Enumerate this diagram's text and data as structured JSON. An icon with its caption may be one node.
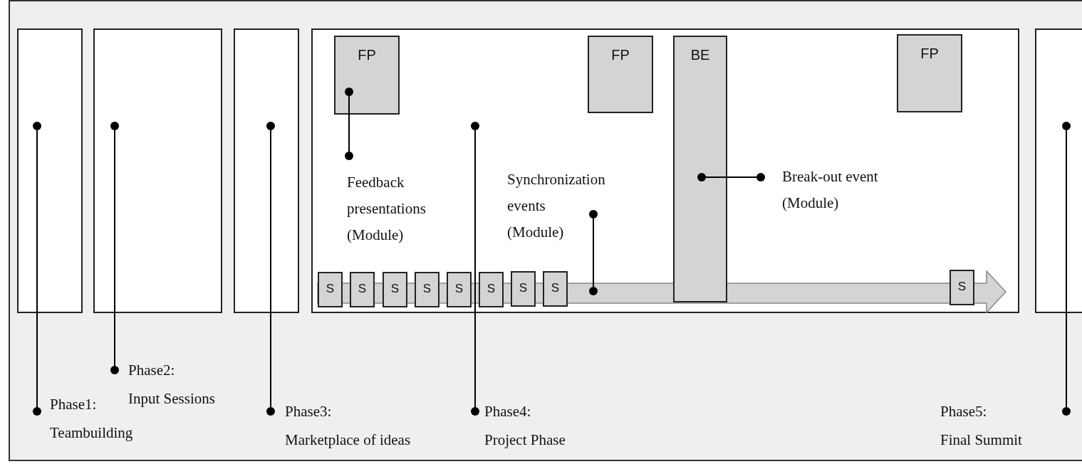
{
  "diagram": {
    "nodes": [
      {
        "text": [],
        "shape": "box"
      },
      {
        "text": [],
        "shape": "box"
      },
      {
        "text": [],
        "shape": "box"
      },
      {
        "text": [],
        "shape": "box"
      },
      {
        "text": [],
        "shape": "box"
      },
      {
        "text": [
          "FP"
        ],
        "in": 3
      },
      {
        "text": [
          "FP"
        ],
        "in": 3
      },
      {
        "text": [
          "BE"
        ],
        "in": 3
      },
      {
        "text": [
          "FP"
        ],
        "in": 3
      },
      {
        "text": [],
        "shape": "bar",
        "in": 3
      },
      {
        "text": [
          "S"
        ],
        "in": 9
      },
      {
        "text": [
          "S"
        ],
        "in": 9
      },
      {
        "text": [
          "S"
        ],
        "in": 9
      },
      {
        "text": [
          "S"
        ],
        "in": 9
      },
      {
        "text": [
          "S"
        ],
        "in": 9
      },
      {
        "text": [
          "S"
        ],
        "in": 9
      },
      {
        "text": [
          "S"
        ],
        "in": 9
      },
      {
        "text": [
          "S"
        ],
        "in": 9
      },
      {
        "text": [
          "S"
        ],
        "in": 9
      },
      {
        "text": [
          "Feedback presentations (Module)"
        ],
        "in": 3
      },
      {
        "text": [
          "Synchronization events (Module)"
        ],
        "in": 3
      },
      {
        "text": [
          "Break-out event (Module)"
        ],
        "in": 3
      },
      {
        "text": [
          "Phase1: Teambuilding"
        ]
      },
      {
        "text": [
          "Phase2: Input Sessions"
        ]
      },
      {
        "text": [
          "Phase3: Marketplace of ideas"
        ]
      },
      {
        "text": [
          "Phase4: Project Phase"
        ]
      },
      {
        "text": [
          "Phase5: Final Summit"
        ]
      }
    ],
    "edges": [
      {
        "from": 22,
        "to": 0,
        "arrow": "other"
      },
      {
        "from": 23,
        "to": 1,
        "arrow": "other"
      },
      {
        "from": 24,
        "to": 2,
        "arrow": "other"
      },
      {
        "from": 25,
        "to": 3,
        "arrow": "other"
      },
      {
        "from": 26,
        "to": 4,
        "arrow": "other"
      },
      {
        "from": 19,
        "to": 5,
        "arrow": "other"
      },
      {
        "from": 20,
        "to": 9,
        "arrow": "other"
      },
      {
        "from": 21,
        "to": 7,
        "arrow": "other"
      }
    ]
  }
}
